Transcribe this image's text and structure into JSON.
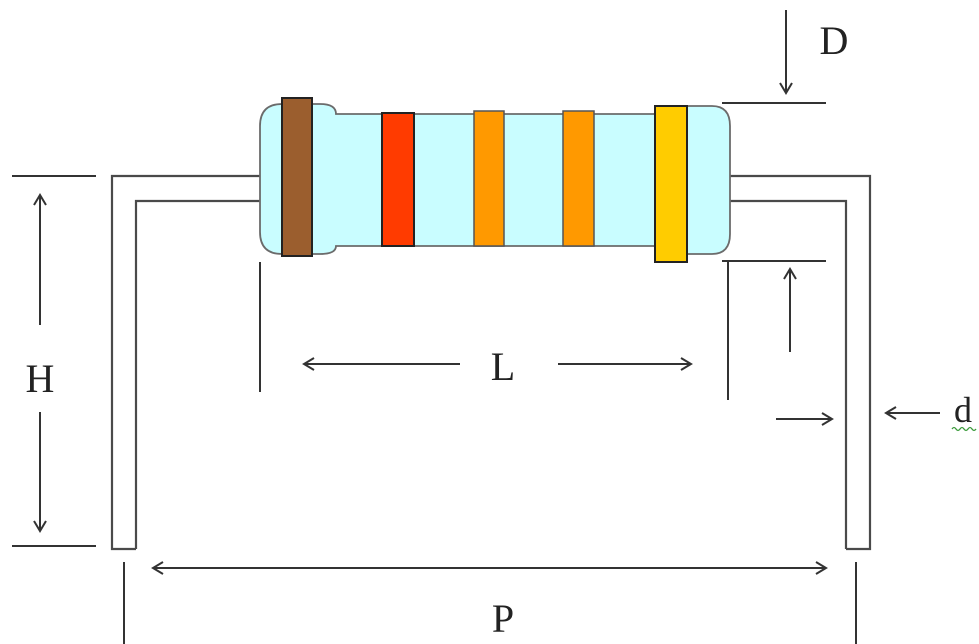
{
  "labels": {
    "D": "D",
    "H": "H",
    "L": "L",
    "d": "d",
    "P": "P"
  },
  "colors": {
    "resistor_body": "#c9fdff",
    "resistor_outline": "#6b6b6b",
    "lead": "#4a4a4a",
    "dimension_line": "#333333",
    "text": "#222222",
    "spellcheck_underline": "#3a9a3a"
  },
  "bands": [
    {
      "name": "band-1",
      "color": "#9b5e2e"
    },
    {
      "name": "band-2",
      "color": "#ff3b00"
    },
    {
      "name": "band-3",
      "color": "#ff9900"
    },
    {
      "name": "band-4",
      "color": "#ff9900"
    },
    {
      "name": "band-5",
      "color": "#ffcc00"
    }
  ]
}
